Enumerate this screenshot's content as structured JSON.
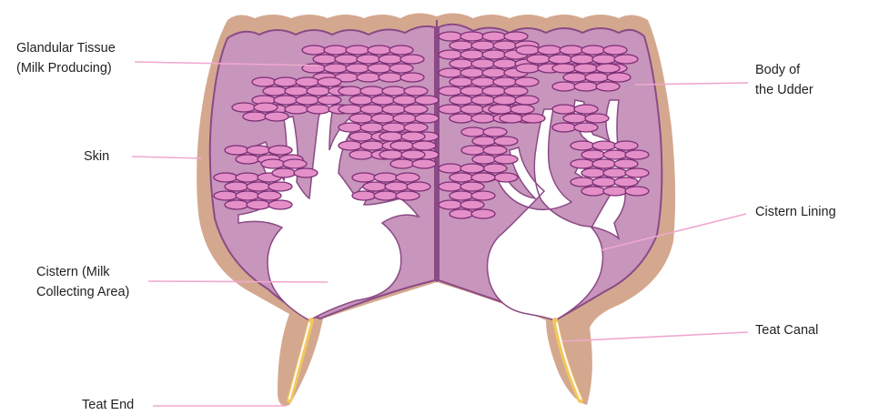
{
  "labels": {
    "glandular_tissue": [
      "Glandular Tissue",
      "(Milk Producing)"
    ],
    "skin": "Skin",
    "cistern": [
      "Cistern (Milk",
      "Collecting Area)"
    ],
    "teat_end": "Teat End",
    "body_of_udder": [
      "Body of",
      "the Udder"
    ],
    "cistern_lining": "Cistern Lining",
    "teat_canal": "Teat Canal"
  },
  "colors": {
    "skin": "#d4a88f",
    "tissue": "#c895bd",
    "outline": "#8b4a85",
    "lobule_fill": "#e58fc9",
    "lobule_stroke": "#7a2f74",
    "cistern": "#ffffff",
    "teat_canal": "#f2c75c",
    "leader": "#f0a8cf",
    "text": "#231f20"
  }
}
